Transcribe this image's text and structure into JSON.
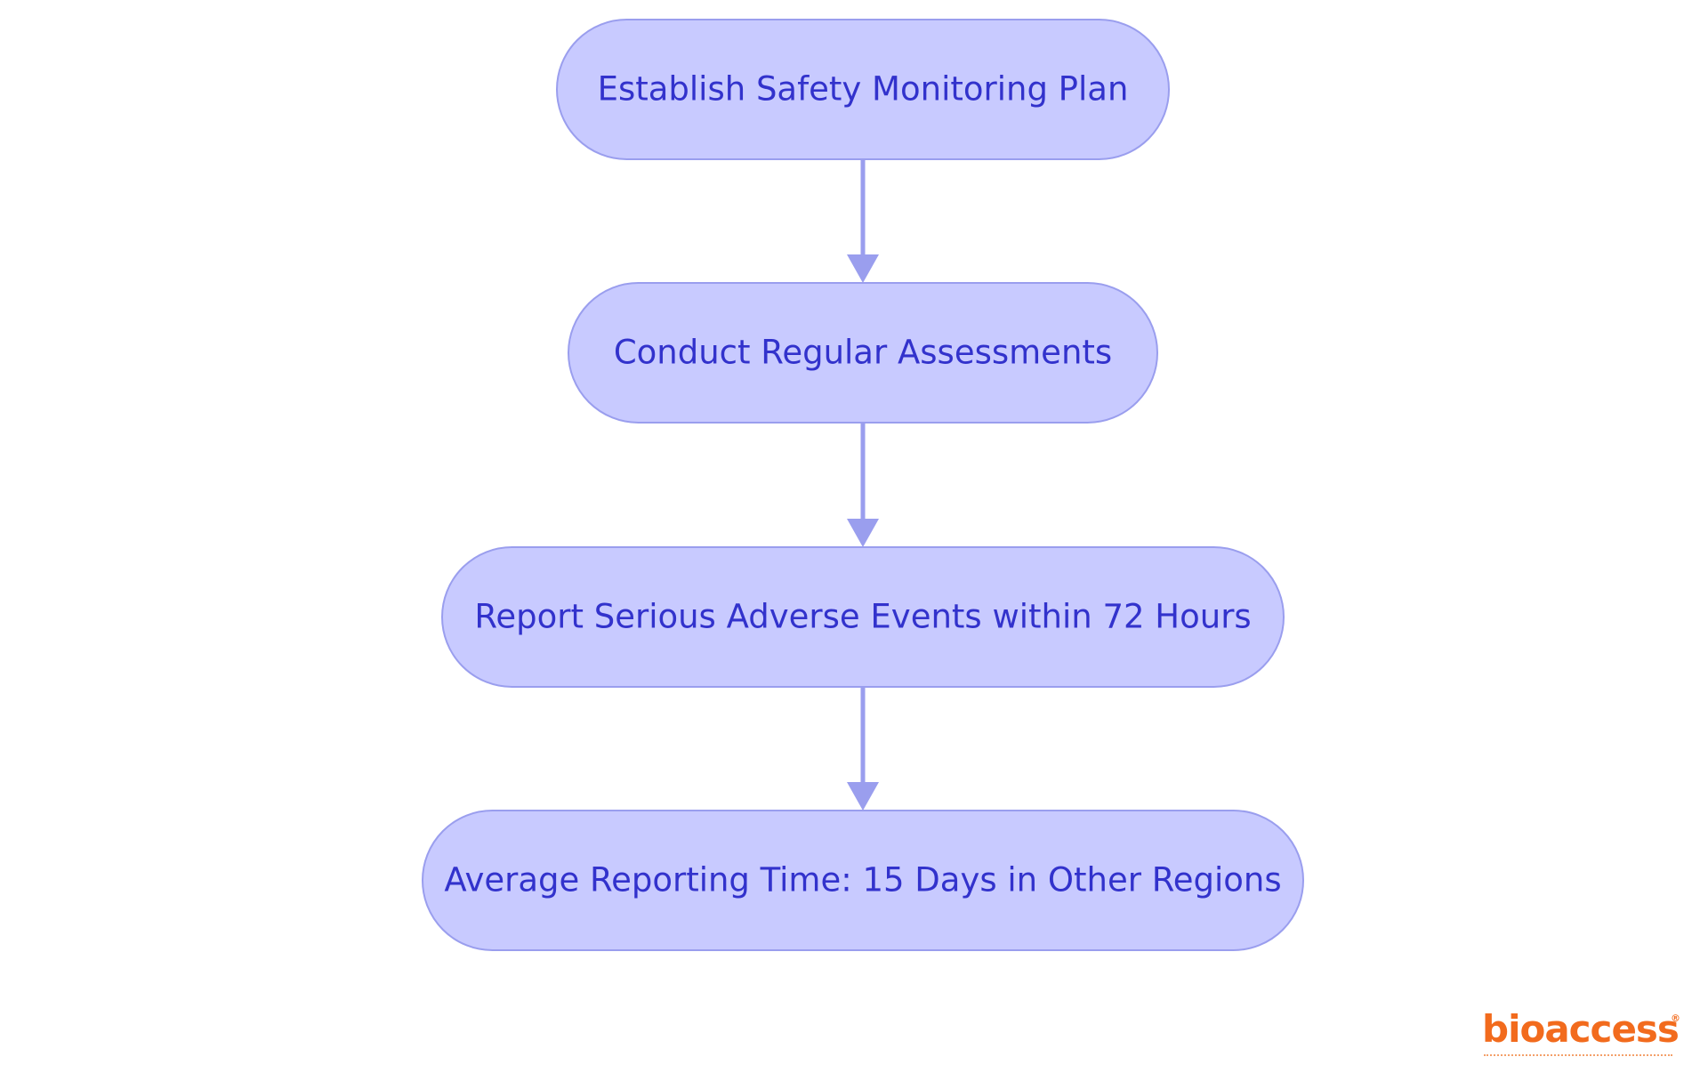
{
  "diagram": {
    "colors": {
      "node_fill": "#c8caff",
      "node_stroke": "#9a9eee",
      "edge": "#9a9eee",
      "text": "#3232cc"
    },
    "nodes": [
      {
        "id": "n1",
        "label": "Establish Safety Monitoring Plan"
      },
      {
        "id": "n2",
        "label": "Conduct Regular Assessments"
      },
      {
        "id": "n3",
        "label": "Report Serious Adverse Events within 72 Hours"
      },
      {
        "id": "n4",
        "label": "Average Reporting Time: 15 Days in Other Regions"
      }
    ],
    "edges": [
      {
        "from": "n1",
        "to": "n2"
      },
      {
        "from": "n2",
        "to": "n3"
      },
      {
        "from": "n3",
        "to": "n4"
      }
    ]
  },
  "logo": {
    "text": "bioaccess",
    "registered_mark": "®",
    "color": "#f26b1d"
  }
}
